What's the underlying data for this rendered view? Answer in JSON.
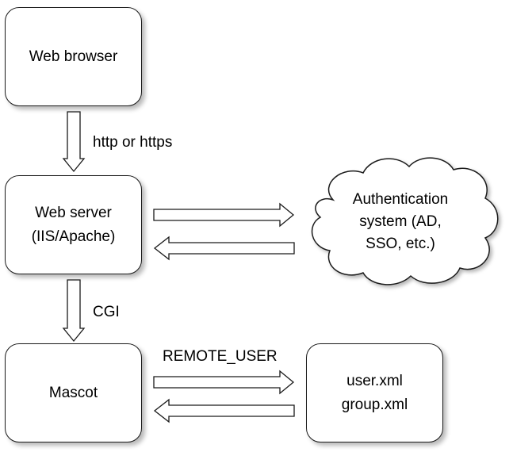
{
  "nodes": {
    "browser": {
      "label": "Web browser"
    },
    "server": {
      "line1": "Web server",
      "line2": "(IIS/Apache)"
    },
    "mascot": {
      "label": "Mascot"
    },
    "auth": {
      "line1": "Authentication",
      "line2": "system (AD,",
      "line3": "SSO, etc.)"
    },
    "files": {
      "line1": "user.xml",
      "line2": "group.xml"
    }
  },
  "edges": {
    "browser_to_server": "http or https",
    "server_to_mascot": "CGI",
    "mascot_to_files": "REMOTE_USER"
  },
  "colors": {
    "stroke": "#1a1a1a",
    "fill": "#ffffff"
  }
}
